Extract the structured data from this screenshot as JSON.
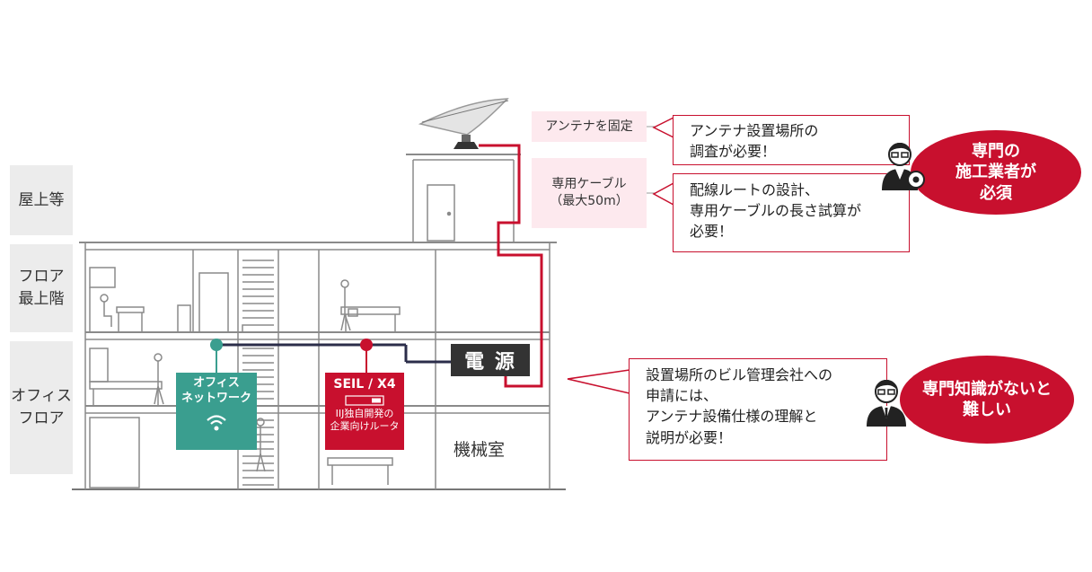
{
  "floors": {
    "rooftop": "屋上等",
    "top_floor": "フロア\n最上階",
    "office_floor": "オフィス\nフロア"
  },
  "labels": {
    "fix_antenna": "アンテナを固定",
    "cable": "専用ケーブル\n（最大50m）",
    "power": "電 源",
    "machine_room": "機械室",
    "office_network": "オフィス\nネットワーク",
    "seil": "SEIL / X4",
    "router_desc": "IIJ独自開発の\n企業向けルータ"
  },
  "bubbles": {
    "survey": "アンテナ設置場所の\n調査が必要！",
    "route": "配線ルートの設計、\n専用ケーブルの長さ試算が\n必要！",
    "application": "設置場所のビル管理会社への\n申請には、\nアンテナ設備仕様の理解と\n説明が必要！"
  },
  "callouts": {
    "specialist": "専門の\n施工業者が\n必須",
    "difficult": "専門知識がないと\n難しい"
  },
  "colors": {
    "accent_red": "#c8102e",
    "teal": "#3a9e8f",
    "pink_bg": "#fde9ee",
    "label_gray": "#ececec",
    "dark_navy": "#2b2d4a"
  }
}
